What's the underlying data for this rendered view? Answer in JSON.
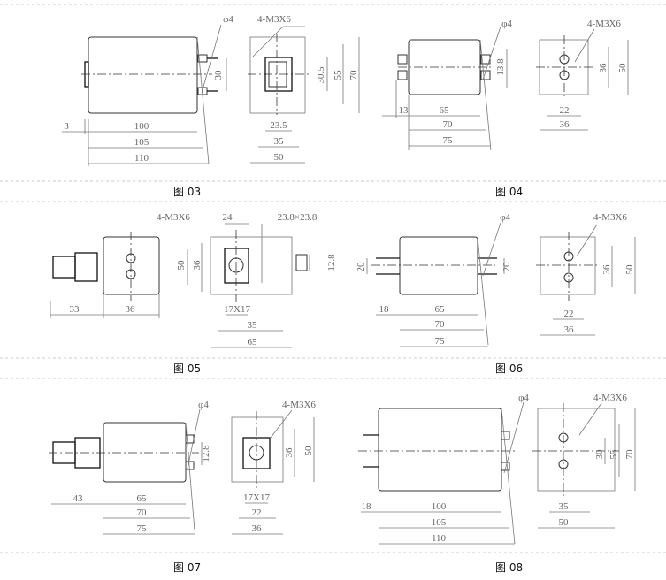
{
  "figures": [
    {
      "caption": "图 03",
      "dims": {
        "phi": "φ4",
        "screw": "4-M3X6",
        "a": "3",
        "b": "100",
        "c": "105",
        "d": "110",
        "e": "30",
        "f": "30.5",
        "g": "55",
        "h": "70",
        "i": "23.5",
        "j": "35",
        "k": "50"
      }
    },
    {
      "caption": "图 04",
      "dims": {
        "phi": "φ4",
        "screw": "4-M3X6",
        "a": "13",
        "b": "65",
        "c": "70",
        "d": "75",
        "e": "13.8",
        "f": "36",
        "g": "50",
        "h": "22",
        "i": "36"
      }
    },
    {
      "caption": "图 05",
      "dims": {
        "screw": "4-M3X6",
        "a": "33",
        "b": "36",
        "c": "50",
        "d": "36",
        "e": "24",
        "f": "23.8×23.8",
        "g": "17X17",
        "h": "35",
        "i": "65",
        "j": "12.8"
      }
    },
    {
      "caption": "图 06",
      "dims": {
        "phi": "φ4",
        "screw": "4-M3X6",
        "a": "20",
        "b": "20",
        "c": "18",
        "d": "65",
        "e": "70",
        "f": "75",
        "g": "36",
        "h": "50",
        "i": "22",
        "j": "36"
      }
    },
    {
      "caption": "图 07",
      "dims": {
        "phi": "φ4",
        "screw": "4-M3X6",
        "a": "43",
        "b": "65",
        "c": "70",
        "d": "75",
        "e": "12.8",
        "f": "36",
        "g": "50",
        "h": "17X17",
        "i": "22",
        "j": "36"
      }
    },
    {
      "caption": "图 08",
      "dims": {
        "phi": "φ4",
        "screw": "4-M3X6",
        "a": "18",
        "b": "100",
        "c": "105",
        "d": "110",
        "e": "30",
        "f": "55",
        "g": "70",
        "h": "35",
        "i": "50"
      }
    }
  ]
}
